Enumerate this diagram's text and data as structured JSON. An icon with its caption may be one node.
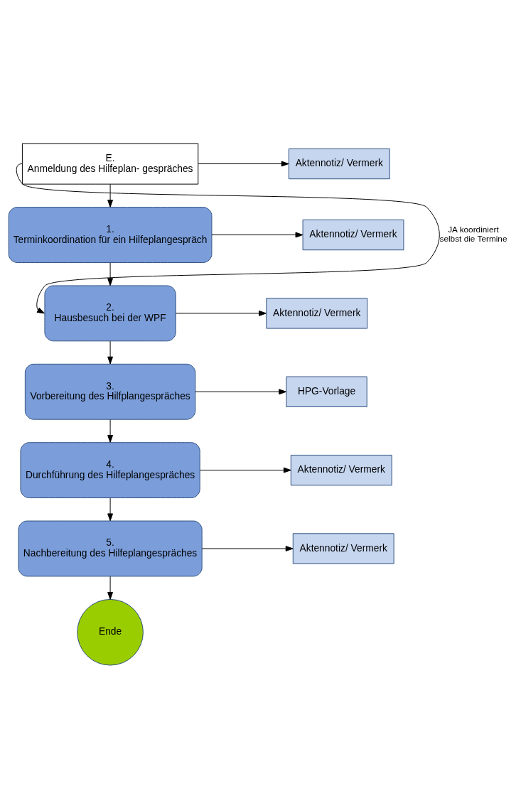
{
  "diagram": {
    "nodes": [
      {
        "text": [
          "E.",
          "Anmeldung des Hilfeplan- gespräches"
        ]
      },
      {
        "text": [
          "Aktennotiz/ Vermerk"
        ]
      },
      {
        "text": [
          "1.",
          "Terminkoordination für ein Hilfeplangespräch"
        ]
      },
      {
        "text": [
          "Aktennotiz/ Vermerk"
        ]
      },
      {
        "text": [
          "2.",
          "Hausbesuch bei der WPF"
        ]
      },
      {
        "text": [
          "Aktennotiz/ Vermerk"
        ]
      },
      {
        "text": [
          "3.",
          "Vorbereitung des Hilfplangespräches"
        ]
      },
      {
        "text": [
          "HPG-Vorlage"
        ]
      },
      {
        "text": [
          "4.",
          "Durchführung des Hilfeplangespräches"
        ]
      },
      {
        "text": [
          "Aktennotiz/ Vermerk"
        ]
      },
      {
        "text": [
          "5.",
          "Nachbereitung des Hilfeplangespräches"
        ]
      },
      {
        "text": [
          "Aktennotiz/ Vermerk"
        ]
      },
      {
        "text": [
          "Ende"
        ]
      }
    ],
    "edges": [
      {
        "from": 0,
        "to": 1,
        "arrow": "to"
      },
      {
        "from": 0,
        "to": 2,
        "arrow": "to"
      },
      {
        "from": 2,
        "to": 3,
        "arrow": "to"
      },
      {
        "from": 2,
        "to": 4,
        "arrow": "to"
      },
      {
        "from": 0,
        "to": 4,
        "arrow": "to",
        "label": "JA koordiniert selbst die Termine"
      },
      {
        "from": 4,
        "to": 5,
        "arrow": "to"
      },
      {
        "from": 4,
        "to": 6,
        "arrow": "to"
      },
      {
        "from": 6,
        "to": 7,
        "arrow": "to"
      },
      {
        "from": 6,
        "to": 8,
        "arrow": "to"
      },
      {
        "from": 8,
        "to": 9,
        "arrow": "to"
      },
      {
        "from": 8,
        "to": 10,
        "arrow": "to"
      },
      {
        "from": 10,
        "to": 11,
        "arrow": "to"
      },
      {
        "from": 10,
        "to": 12,
        "arrow": "to"
      }
    ]
  }
}
